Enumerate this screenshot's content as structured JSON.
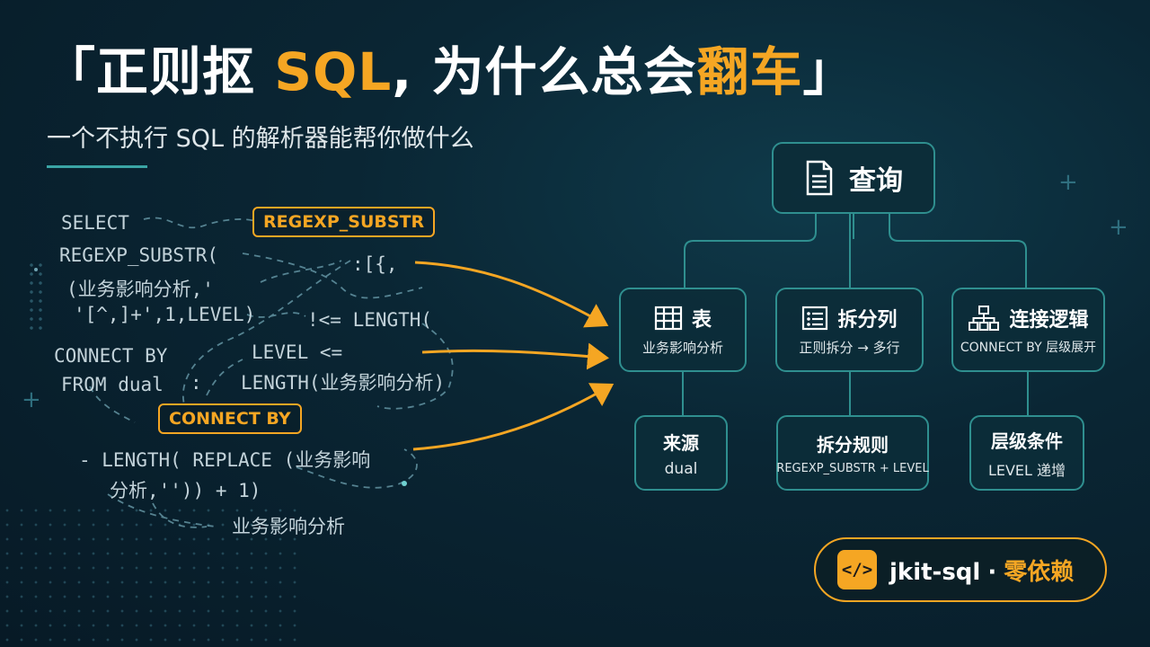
{
  "title": {
    "open_bracket": "「",
    "part1": "正则抠 ",
    "sql": "SQL",
    "part2": ", 为什么总会",
    "accent2": "翻车",
    "close_bracket": "」"
  },
  "subtitle": "一个不执行 SQL 的解析器能帮你做什么",
  "code_fragments": {
    "select": "SELECT",
    "regexp_substr_open": "REGEXP_SUBSTR(",
    "paren_field": "(业务影响分析,'",
    "pattern": "'[^,]+',1,LEVEL)",
    "bracket": ":[{,",
    "lte_length": "!<= LENGTH(",
    "connect_by": "CONNECT BY",
    "level_lte": "LEVEL <=",
    "from_dual": "FROM dual",
    "colon": ":",
    "length_field": "LENGTH(业务影响分析)",
    "minus_length_replace": "- LENGTH( REPLACE (业务影响",
    "replace_tail": "分析,'')) + 1)",
    "field": "业务影响分析"
  },
  "tags": {
    "regexp_substr": "REGEXP_SUBSTR",
    "connect_by": "CONNECT BY"
  },
  "nodes": {
    "root": {
      "label": "查询",
      "icon": "document-icon"
    },
    "table": {
      "label": "表",
      "sub": "业务影响分析",
      "icon": "table-icon"
    },
    "split_column": {
      "label": "拆分列",
      "sub": "正则拆分 → 多行",
      "icon": "list-icon"
    },
    "connect_logic": {
      "label": "连接逻辑",
      "sub": "CONNECT BY 层级展开",
      "icon": "hierarchy-icon"
    },
    "source": {
      "label": "来源",
      "sub": "dual"
    },
    "split_rule": {
      "label": "拆分规则",
      "sub": "REGEXP_SUBSTR + LEVEL"
    },
    "level_condition": {
      "label": "层级条件",
      "sub": "LEVEL 递增"
    }
  },
  "brand": {
    "icon_glyph": "</>",
    "name": "jkit-sql",
    "separator": "·",
    "tagline": "零依赖"
  },
  "colors": {
    "accent": "#f5a623",
    "teal": "#2f8f8f",
    "background": "#0a2634"
  }
}
